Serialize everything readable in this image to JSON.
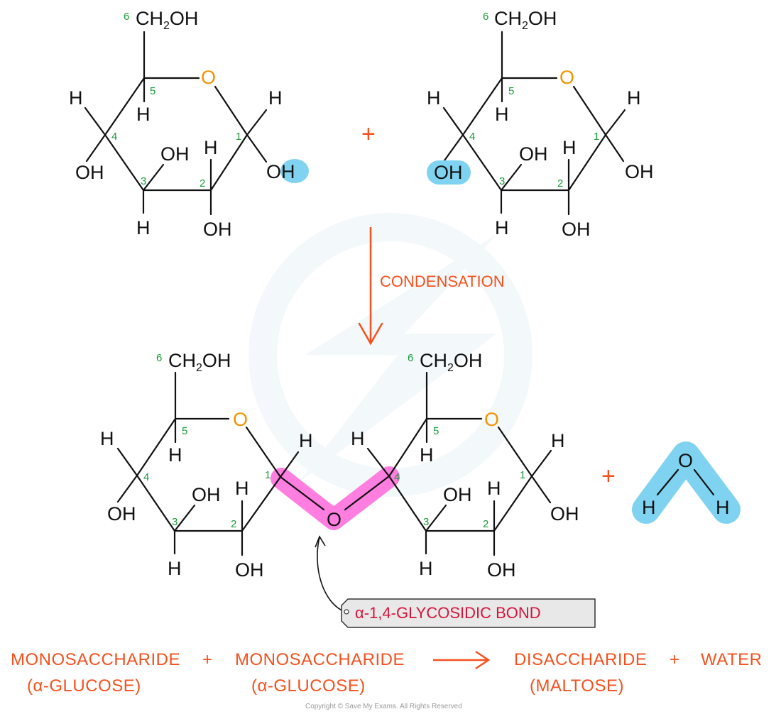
{
  "title": "Formation of maltose by condensation",
  "colors": {
    "bond": "#111111",
    "ring_oxygen": "#f39200",
    "carbon_number": "#1a9c3a",
    "reaction_text": "#f4511e",
    "highlight_water": "#7fd3f0",
    "highlight_glycosidic": "#ff7ee0",
    "tag_text": "#d6153a",
    "tag_fill": "#e8e8e8"
  },
  "glucose": {
    "ch2oh_label": "CH",
    "ch2oh_sub": "2",
    "ch2oh_tail": "OH",
    "ring_oxygen": "O",
    "h": "H",
    "oh": "OH",
    "o": "O",
    "carbon_numbers": [
      "1",
      "2",
      "3",
      "4",
      "5",
      "6"
    ]
  },
  "reaction": {
    "plus": "+",
    "condensation_label": "CONDENSATION"
  },
  "water": {
    "o": "O",
    "h1": "H",
    "h2": "H"
  },
  "bond_tag": {
    "label": "α-1,4-GLYCOSIDIC  BOND"
  },
  "equation": {
    "reactant1": "MONOSACCHARIDE",
    "reactant1_sub": "(α-GLUCOSE)",
    "plus1": "+",
    "reactant2": "MONOSACCHARIDE",
    "reactant2_sub": "(α-GLUCOSE)",
    "product1": "DISACCHARIDE",
    "product1_sub": "(MALTOSE)",
    "plus2": "+",
    "product2": "WATER"
  },
  "copyright": "Copyright © Save My Exams. All Rights Reserved"
}
